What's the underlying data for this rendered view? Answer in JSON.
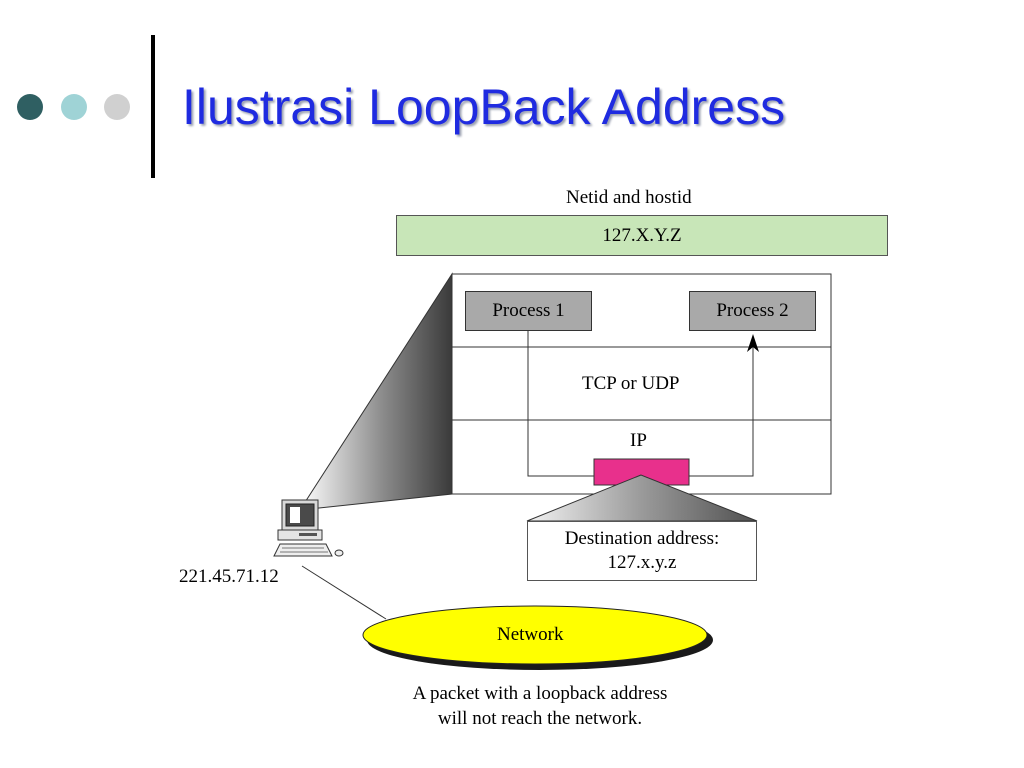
{
  "slide": {
    "title": "Ilustrasi LoopBack Address",
    "bullet_colors": [
      "#2f5f62",
      "#9fd3d6",
      "#d0d0d0"
    ]
  },
  "diagram": {
    "netid_label": "Netid and hostid",
    "loopback_value": "127.X.Y.Z",
    "process1": "Process 1",
    "process2": "Process 2",
    "transport_layer": "TCP or UDP",
    "network_layer": "IP",
    "destination_line1": "Destination address:",
    "destination_line2": "127.x.y.z",
    "host_ip": "221.45.71.12",
    "network_label": "Network",
    "caption_line1": "A packet with a loopback address",
    "caption_line2": "will not reach the network.",
    "colors": {
      "address_bar": "#c8e6b8",
      "process_box": "#a9a9a9",
      "packet": "#e8308c",
      "network": "#ffff00"
    }
  }
}
